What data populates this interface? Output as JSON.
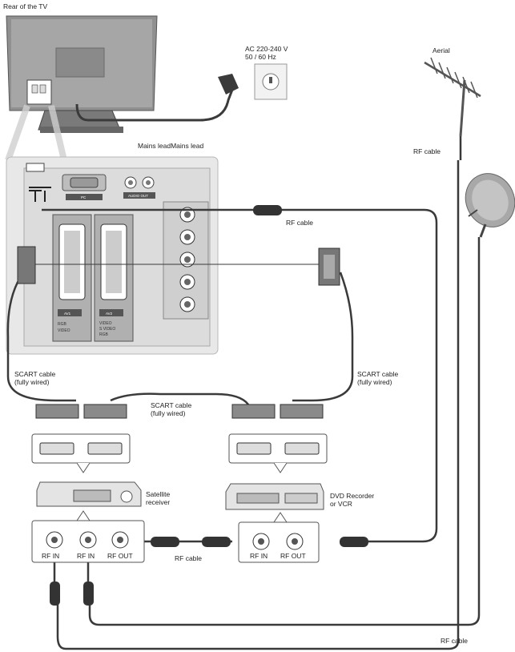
{
  "labels": {
    "rear_of_tv": "Rear of the TV",
    "ac_voltage": "AC 220-240 V",
    "ac_freq": "50 / 60 Hz",
    "mains_lead": "Mains leadMains lead",
    "aerial": "Aerial",
    "rf_cable_top": "RF cable",
    "rf_cable_mid": "RF cable",
    "scart_left_1": "SCART cable",
    "scart_left_2": "(fully wired)",
    "scart_center_1": "SCART cable",
    "scart_center_2": "(fully wired)",
    "scart_right_1": "SCART cable",
    "scart_right_2": "(fully wired)",
    "satellite_1": "Satellite",
    "satellite_2": "receiver",
    "dvd_1": "DVD Recorder",
    "dvd_2": "or VCR",
    "rf_cable_lower": "RF cable",
    "rf_cable_bottom": "RF cable"
  },
  "ports": {
    "sat_rf_in_1": "RF IN",
    "sat_rf_in_2": "RF IN",
    "sat_rf_out": "RF OUT",
    "dvd_rf_in": "RF IN",
    "dvd_rf_out": "RF OUT"
  },
  "panel": {
    "pc": "PC",
    "av1": "AV1",
    "av2": "AV2",
    "audio_out": "AUDIO OUT",
    "av1_rgb": "RGB",
    "av1_video": "VIDEO",
    "av2_video": "VIDEO",
    "av2_svideo": "S VIDEO",
    "av2_rgb": "RGB"
  },
  "colors": {
    "cable": "#3a3a3a",
    "panel_bg": "#e8e8e8",
    "tv_body": "#8a8a8a",
    "connector": "#555555"
  }
}
